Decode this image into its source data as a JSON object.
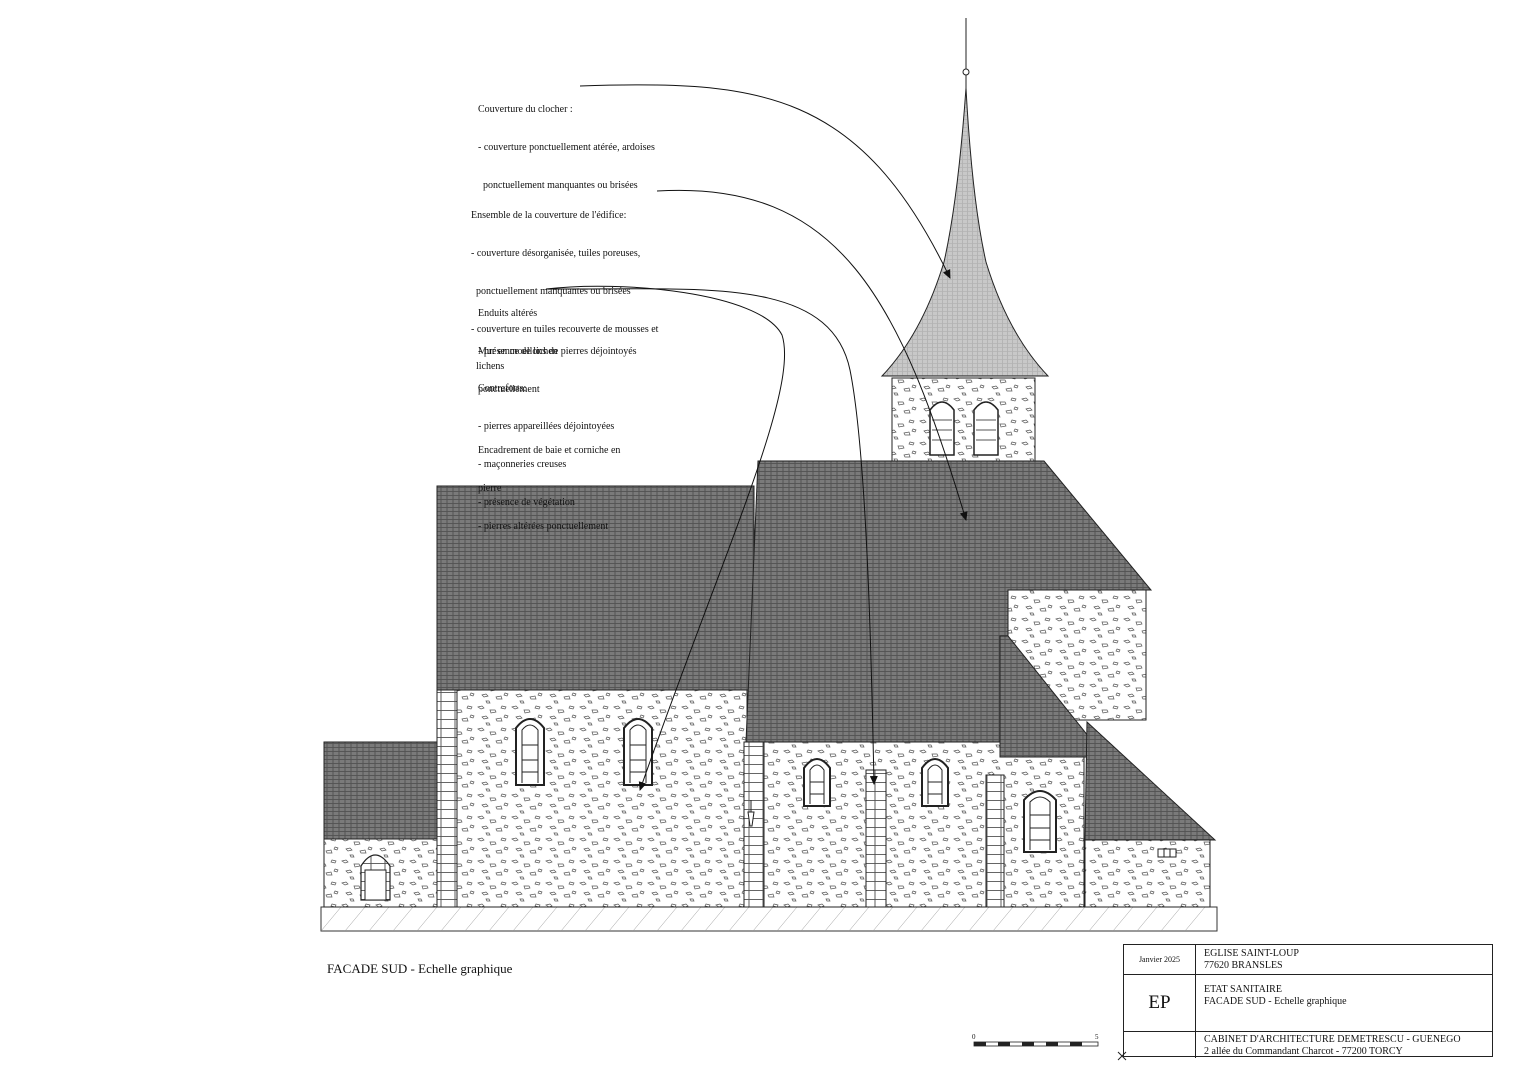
{
  "notes": {
    "clocher": {
      "title": "Couverture du clocher :",
      "lines": [
        "- couverture ponctuellement atérée, ardoises",
        "  ponctuellement manquantes ou brisées"
      ]
    },
    "couverture": {
      "title": "Ensemble de la couverture de l'édifice:",
      "lines": [
        "- couverture désorganisée, tuiles poreuses,",
        "  ponctuellement manquantes ou brisées",
        "- couverture en tuiles recouverte de mousses et",
        "  lichens"
      ]
    },
    "enduits": {
      "title": "Enduits altérés",
      "lines": [
        "- présence de lichen"
      ]
    },
    "mur": {
      "title": "Mur en moellons de pierres déjointoyés",
      "lines": [
        "ponctuellement"
      ]
    },
    "contreforts": {
      "title": "Contreforts:",
      "lines": [
        "- pierres appareillées déjointoyées",
        "- maçonneries creuses",
        "- présence de végétation"
      ]
    },
    "encadrement": {
      "title": "Encadrement de baie et corniche en",
      "lines": [
        "pierre",
        "- pierres altérées ponctuellement"
      ]
    }
  },
  "caption": "FACADE SUD - Echelle graphique",
  "cartouche": {
    "date": "Janvier 2025",
    "project_name": "EGLISE SAINT-LOUP",
    "project_location": "77620 BRANSLES",
    "phase": "EP",
    "doc_title": "ETAT SANITAIRE",
    "doc_subtitle": "FACADE SUD - Echelle graphique",
    "firm": "CABINET D'ARCHITECTURE DEMETRESCU - GUENEGO",
    "address": "2 allée du Commandant Charcot - 77200 TORCY"
  },
  "scale_bar": {
    "start_label": "0",
    "end_label": "5"
  },
  "colors": {
    "roof": "#6f6f6f",
    "spire": "#c4c4c4",
    "ink": "#222222",
    "stone_wall": "#ffffff"
  }
}
